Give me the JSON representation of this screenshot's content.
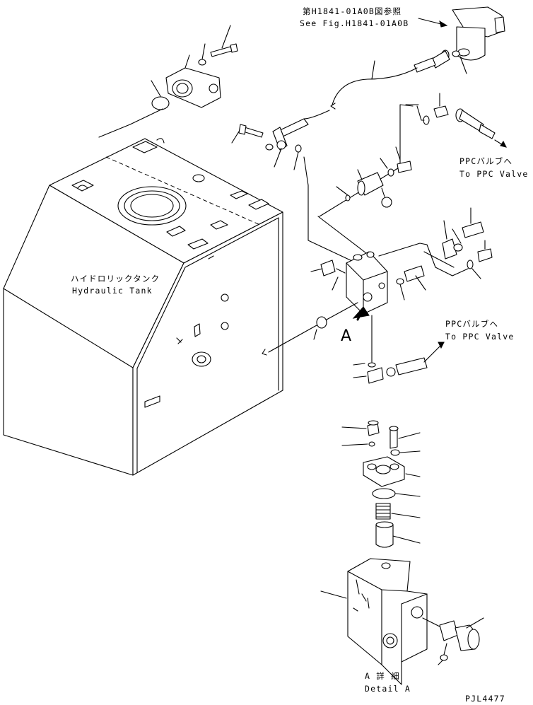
{
  "labels": {
    "ref_jp": "第H1841-01A0B図参照",
    "ref_en": "See Fig.H1841-01A0B",
    "ppc_top_jp": "PPCバルブへ",
    "ppc_top_en": "To PPC Valve",
    "ppc_mid_jp": "PPCバルブへ",
    "ppc_mid_en": "To PPC Valve",
    "tank_jp": "ハイドロリックタンク",
    "tank_en": "Hydraulic Tank",
    "view_marker": "A",
    "detail_jp": "A 詳 細",
    "detail_en": "Detail A",
    "drawing_no": "PJL4477"
  }
}
